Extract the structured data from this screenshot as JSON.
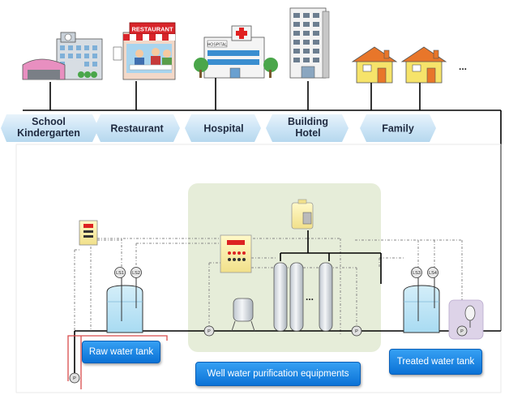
{
  "consumers": [
    {
      "line1": "School",
      "line2": "Kindergarten"
    },
    {
      "line1": "Restaurant",
      "line2": ""
    },
    {
      "line1": "Hospital",
      "line2": ""
    },
    {
      "line1": "Building",
      "line2": "Hotel"
    },
    {
      "line1": "Family",
      "line2": ""
    }
  ],
  "building_signs": {
    "restaurant": "RESTAURANT",
    "hospital": "HOSPITAL"
  },
  "ellipsis": "...",
  "sensors": {
    "raw_1": "LS1",
    "raw_2": "LS2",
    "treated_1": "LS3",
    "treated_2": "LS4"
  },
  "pump_label": "P",
  "tanks": {
    "raw": "Raw  water tank",
    "treated": "Treated water tank"
  },
  "equipment_label": "Well water purification equipments",
  "colors": {
    "chevron": "#cfe6f6",
    "tag_blue": "#1583e4",
    "equipment_area": "#e6edd9",
    "water": "#bfe6f6",
    "pipe": "#000000",
    "drain_pipe": "#e05050"
  }
}
